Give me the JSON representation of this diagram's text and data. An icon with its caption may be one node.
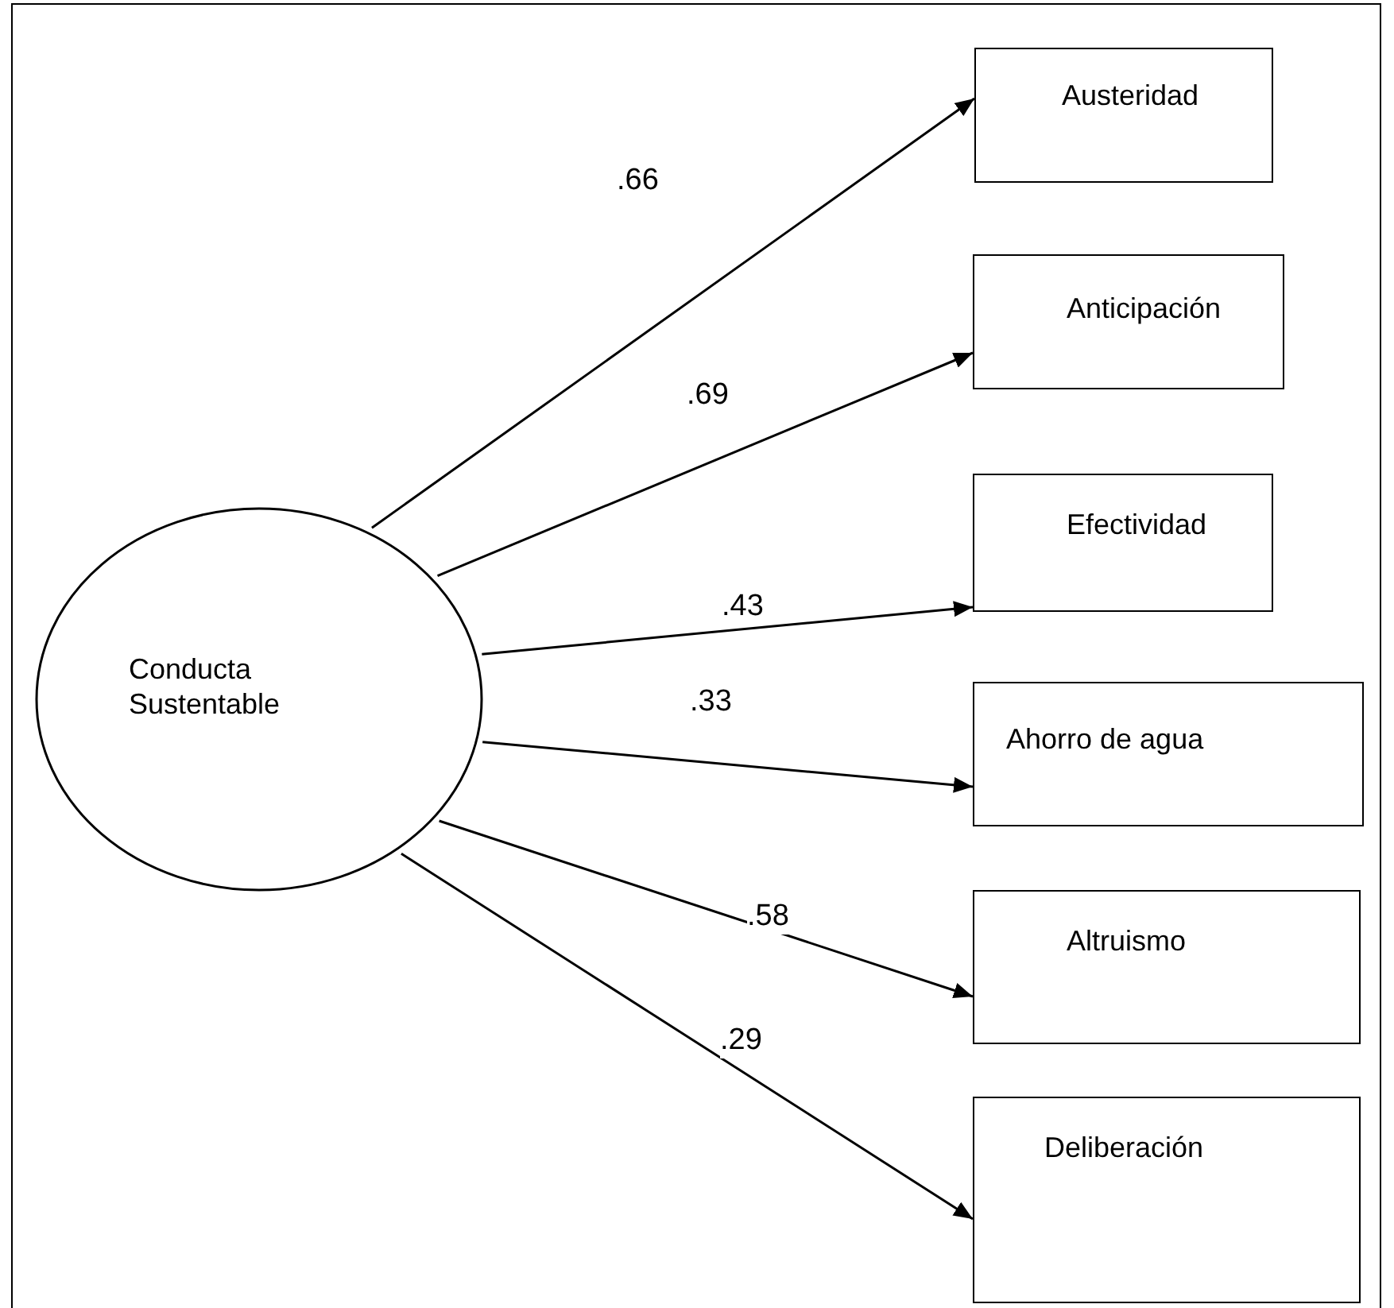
{
  "diagram": {
    "nodes": [
      {
        "text": [
          "Conducta Sustentable"
        ]
      },
      {
        "text": [
          "Austeridad"
        ]
      },
      {
        "text": [
          "Anticipación"
        ]
      },
      {
        "text": [
          "Efectividad"
        ]
      },
      {
        "text": [
          "Ahorro de agua"
        ]
      },
      {
        "text": [
          "Altruismo"
        ]
      },
      {
        "text": [
          "Deliberación"
        ]
      }
    ],
    "edges": [
      {
        "from": 0,
        "to": 1,
        "arrow": "to",
        "label": ".66"
      },
      {
        "from": 0,
        "to": 2,
        "arrow": "to",
        "label": ".69"
      },
      {
        "from": 0,
        "to": 3,
        "arrow": "to",
        "label": ".43"
      },
      {
        "from": 0,
        "to": 4,
        "arrow": "to",
        "label": ".33"
      },
      {
        "from": 0,
        "to": 5,
        "arrow": "to",
        "label": ".58"
      },
      {
        "from": 0,
        "to": 6,
        "arrow": "to",
        "label": ".29"
      }
    ]
  }
}
